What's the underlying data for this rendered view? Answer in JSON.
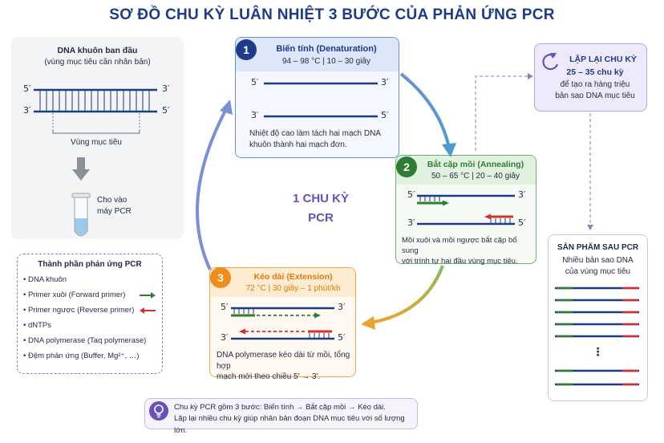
{
  "title": "SƠ ĐỒ CHU KỲ LUÂN NHIỆT 3 BƯỚC CỦA PHẢN ỨNG PCR",
  "colors": {
    "blue": "#1e3a8a",
    "green": "#2e7d32",
    "orange": "#f08c1a",
    "purple": "#6b4fbb",
    "red": "#d32f2f"
  },
  "template_dna": {
    "title": "DNA khuôn ban đầu",
    "subtitle": "(vùng mục tiêu cần nhân bản)",
    "top_left": "5′",
    "top_right": "3′",
    "bottom_left": "3′",
    "bottom_right": "5′",
    "target_label": "Vùng mục tiêu",
    "tube_label_1": "Cho vào",
    "tube_label_2": "máy PCR"
  },
  "components": {
    "title": "Thành phần phản ứng PCR",
    "items": [
      {
        "label": "DNA khuôn"
      },
      {
        "label": "Primer xuôi (Forward primer)"
      },
      {
        "label": "Primer ngược (Reverse primer)"
      },
      {
        "label": "dNTPs"
      },
      {
        "label": "DNA polymerase (Taq polymerase)"
      },
      {
        "label": "Đệm phản ứng (Buffer, Mg²⁺, …)"
      }
    ]
  },
  "step1": {
    "number": "1",
    "title": "Biến tính (Denaturation)",
    "conditions": "94 – 98 °C  |  10 – 30 giây",
    "top_left": "5′",
    "top_right": "3′",
    "bottom_left": "3′",
    "bottom_right": "5′",
    "desc_1": "Nhiệt độ cao làm tách hai mạch DNA",
    "desc_2": "khuôn thành hai mạch đơn."
  },
  "step2": {
    "number": "2",
    "title": "Bắt cặp mồi (Annealing)",
    "conditions": "50 – 65 °C  |  20 – 40 giây",
    "top_left": "5′",
    "top_right": "3′",
    "bottom_left": "3′",
    "bottom_right": "5′",
    "desc_1": "Mồi xuôi và mồi ngược bắt cặp bổ sung",
    "desc_2": "với trình tự hai đầu vùng mục tiêu."
  },
  "step3": {
    "number": "3",
    "title": "Kéo dài (Extension)",
    "conditions": "72 °C  |  30 giây – 1 phút/kb",
    "top_left": "5′",
    "top_right": "3′",
    "bottom_left": "3′",
    "bottom_right": "5′",
    "desc_1": "DNA polymerase kéo dài từ mồi, tổng hợp",
    "desc_2": "mạch mới theo chiều 5′ → 3′."
  },
  "cycle_center": {
    "line1": "1 CHU KỲ",
    "line2": "PCR"
  },
  "repeat": {
    "title": "LẶP LẠI CHU KỲ",
    "count": "25 – 35 chu kỳ",
    "desc_1": "để tạo ra hàng triệu",
    "desc_2": "bản sao DNA mục tiêu"
  },
  "product": {
    "title": "SẢN PHẨM SAU PCR",
    "desc_1": "Nhiều bản sao DNA",
    "desc_2": "của vùng mục tiêu",
    "ellipsis": "⋮"
  },
  "note": {
    "line1": "Chu kỳ PCR gồm 3 bước: Biến tính → Bắt cặp mồi → Kéo dài.",
    "line2": "Lặp lại nhiều chu kỳ giúp nhân bản đoạn DNA mục tiêu với số lượng lớn."
  }
}
